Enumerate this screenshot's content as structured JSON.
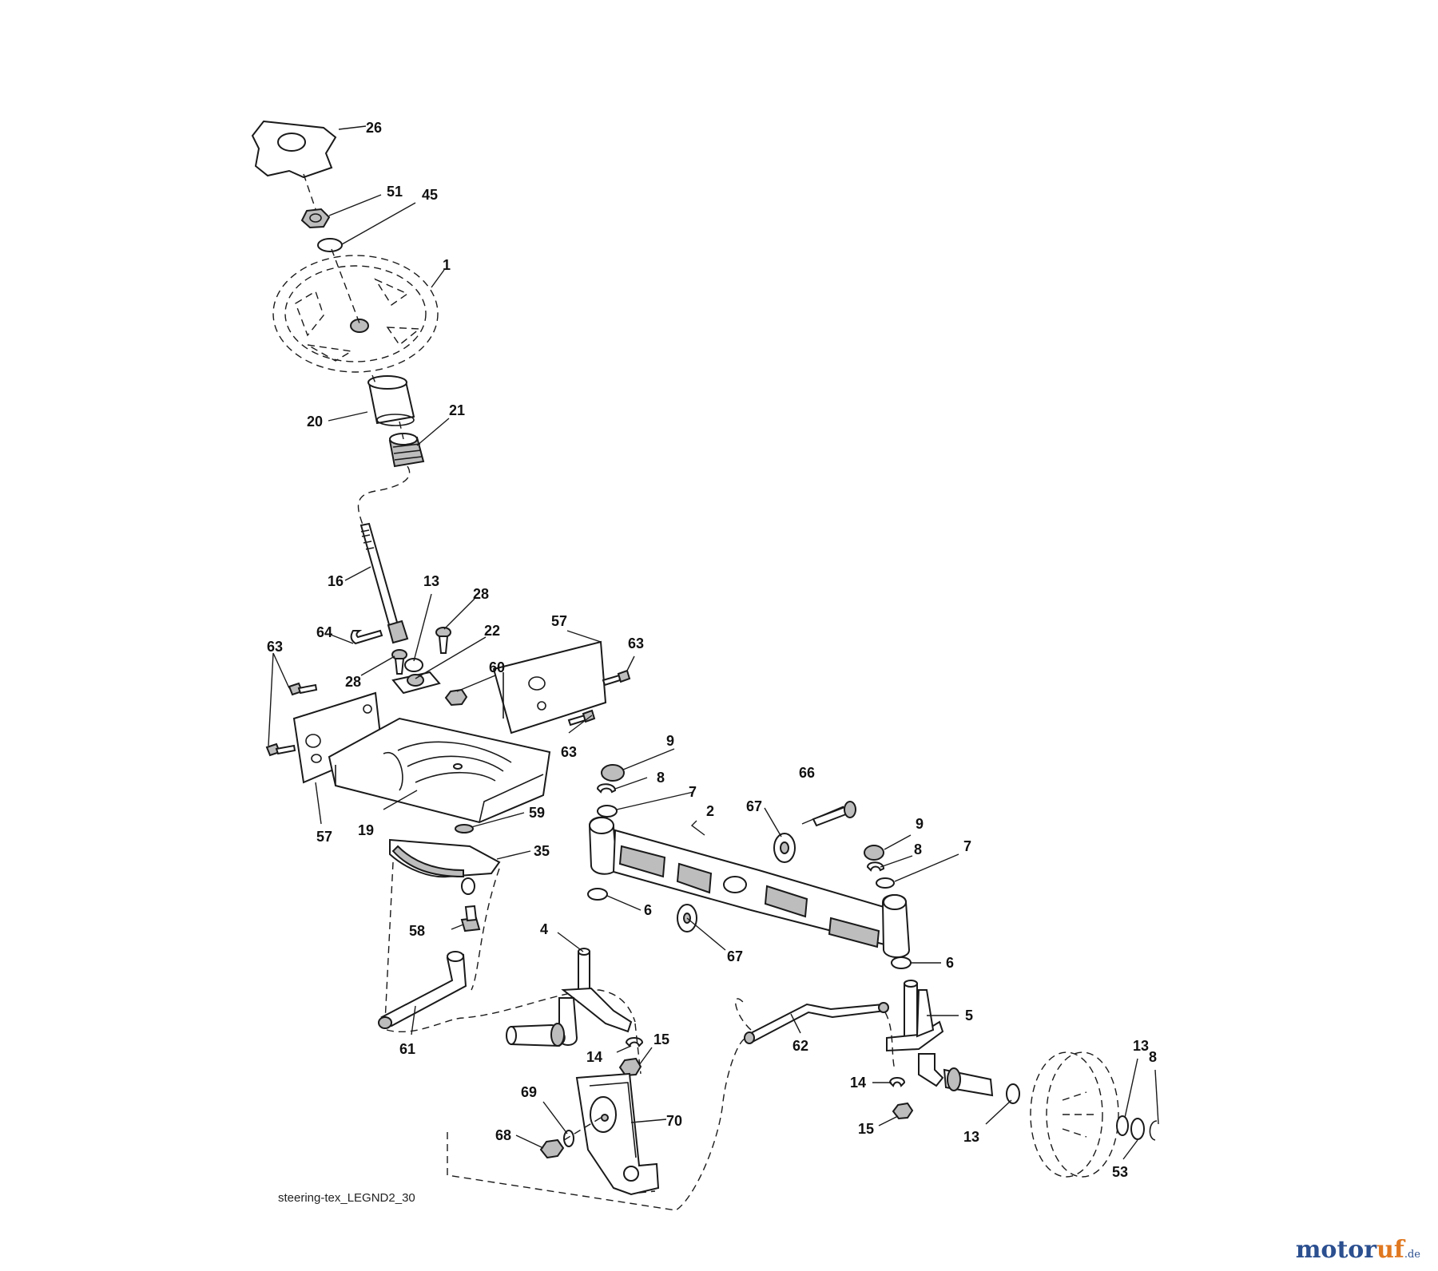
{
  "caption": "steering-tex_LEGND2_30",
  "logo": {
    "part_a": "motor",
    "part_b": "uf",
    "part_c": ".de"
  },
  "callouts": {
    "c26": "26",
    "c51": "51",
    "c45": "45",
    "c1": "1",
    "c20": "20",
    "c21": "21",
    "c16": "16",
    "c13a": "13",
    "c28a": "28",
    "c22": "22",
    "c64": "64",
    "c28b": "28",
    "c63a": "63",
    "c60": "60",
    "c57a": "57",
    "c63b": "63",
    "c63c": "63",
    "c57b": "57",
    "c19": "19",
    "c59": "59",
    "c35": "35",
    "c58": "58",
    "c9a": "9",
    "c8a": "8",
    "c7a": "7",
    "c2": "2",
    "c66": "66",
    "c67a": "67",
    "c9b": "9",
    "c8b": "8",
    "c7b": "7",
    "c6a": "6",
    "c67b": "67",
    "c6b": "6",
    "c4": "4",
    "c5": "5",
    "c61": "61",
    "c62": "62",
    "c14a": "14",
    "c15a": "15",
    "c14b": "14",
    "c15b": "15",
    "c13b": "13",
    "c13c": "13",
    "c8c": "8",
    "c53": "53",
    "c69": "69",
    "c70": "70",
    "c68": "68"
  }
}
